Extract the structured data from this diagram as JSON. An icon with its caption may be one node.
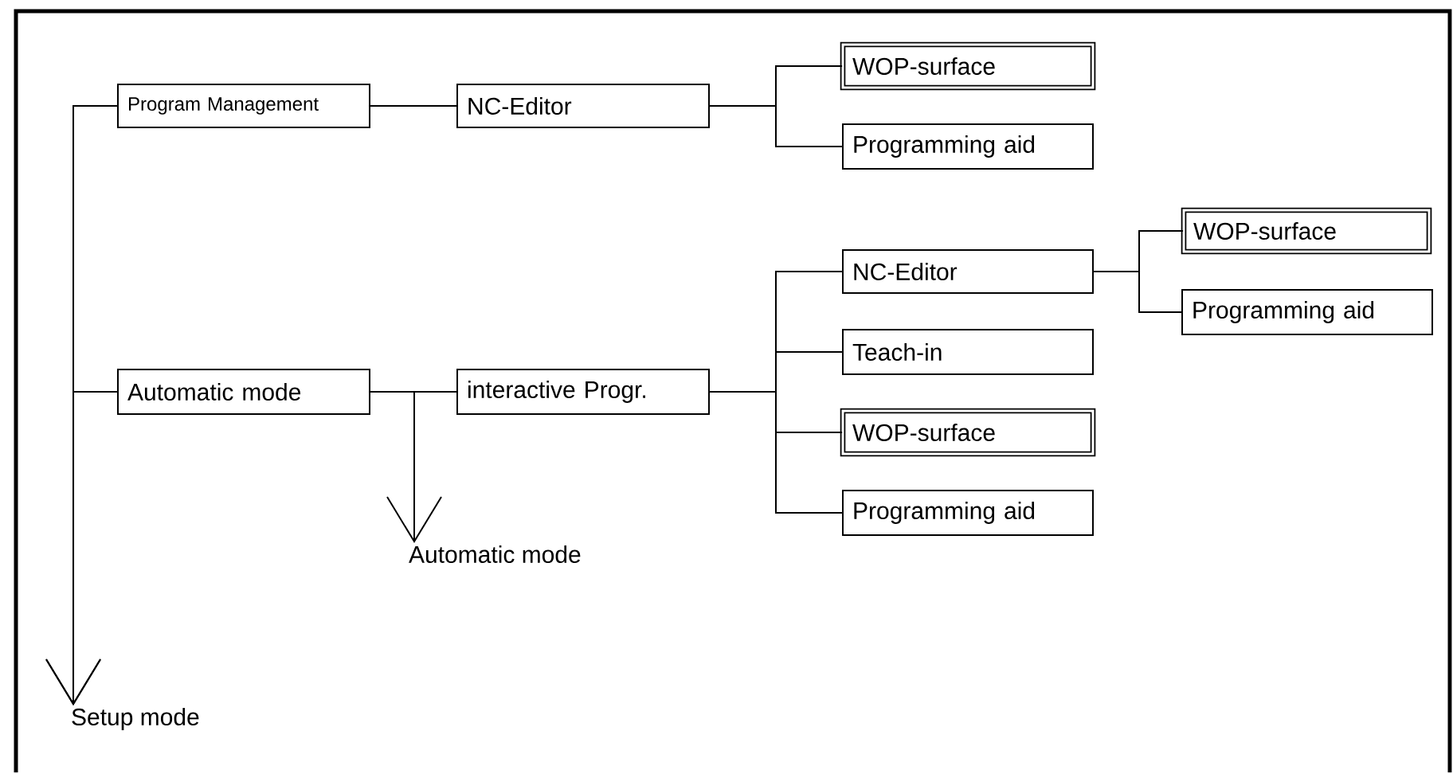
{
  "diagram": {
    "nodes": [
      {
        "text": [
          "Program Management"
        ]
      },
      {
        "text": [
          "NC-Editor"
        ]
      },
      {
        "text": [
          "WOP-surface"
        ]
      },
      {
        "text": [
          "Programming aid"
        ]
      },
      {
        "text": [
          "Automatic mode"
        ]
      },
      {
        "text": [
          "interactive Progr."
        ]
      },
      {
        "text": [
          "NC-Editor"
        ]
      },
      {
        "text": [
          "Teach-in"
        ]
      },
      {
        "text": [
          "WOP-surface"
        ]
      },
      {
        "text": [
          "Programming aid"
        ]
      },
      {
        "text": [
          "WOP-surface"
        ]
      },
      {
        "text": [
          "Programming aid"
        ]
      },
      {
        "text": [
          "Automatic mode"
        ]
      },
      {
        "text": [
          "Setup mode"
        ]
      }
    ],
    "edges": [
      {
        "from": 0,
        "to": 1,
        "arrow": "none"
      },
      {
        "from": 1,
        "to": 2,
        "arrow": "none"
      },
      {
        "from": 1,
        "to": 3,
        "arrow": "none"
      },
      {
        "from": 4,
        "to": 5,
        "arrow": "none"
      },
      {
        "from": 5,
        "to": 6,
        "arrow": "none"
      },
      {
        "from": 5,
        "to": 7,
        "arrow": "none"
      },
      {
        "from": 5,
        "to": 8,
        "arrow": "none"
      },
      {
        "from": 5,
        "to": 9,
        "arrow": "none"
      },
      {
        "from": 6,
        "to": 10,
        "arrow": "none"
      },
      {
        "from": 6,
        "to": 11,
        "arrow": "none"
      },
      {
        "from": 4,
        "to": 12,
        "arrow": "to"
      },
      {
        "from": 0,
        "to": 13,
        "arrow": "to"
      },
      {
        "from": 4,
        "to": 13,
        "arrow": "to"
      }
    ]
  }
}
